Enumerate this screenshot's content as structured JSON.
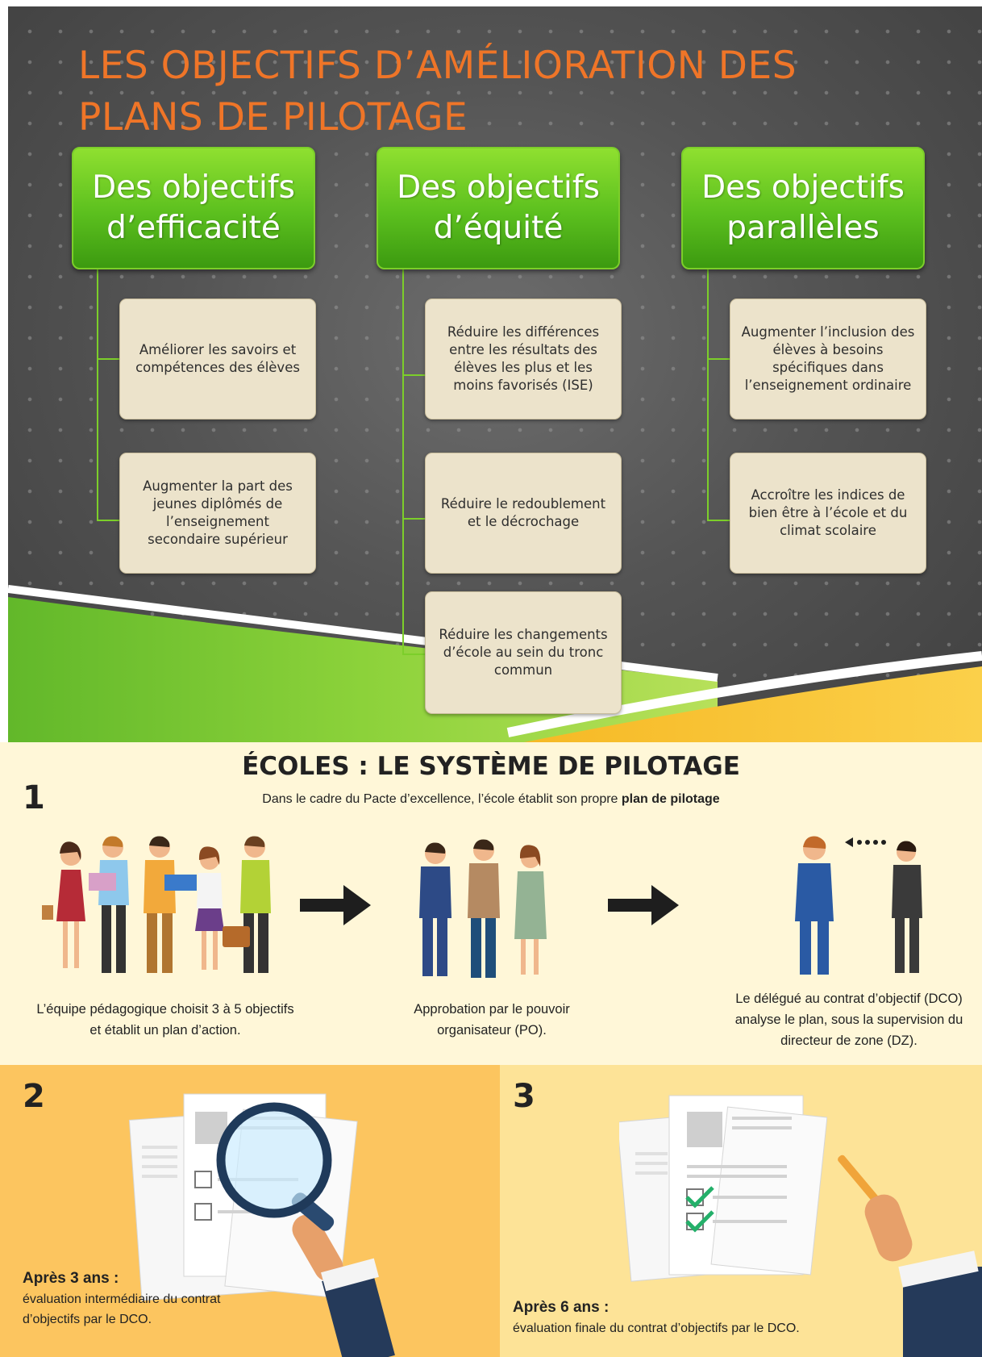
{
  "top": {
    "title_line1": "LES OBJECTIFS D’AMÉLIORATION DES",
    "title_line2": "PLANS DE PILOTAGE",
    "categories": [
      {
        "label": "Des objectifs d’efficacité",
        "goals": [
          "Améliorer les savoirs et compétences des élèves",
          "Augmenter la part des jeunes diplômés de l’enseignement secondaire supérieur"
        ]
      },
      {
        "label": "Des objectifs d’équité",
        "goals": [
          "Réduire les différences entre les résultats des élèves les plus et les moins favorisés (ISE)",
          "Réduire le redoublement et le décrochage",
          "Réduire les changements d’école au sein du tronc commun"
        ]
      },
      {
        "label": "Des objectifs parallèles",
        "goals": [
          "Augmenter l’inclusion des élèves à besoins spécifiques dans l’enseignement ordinaire",
          "Accroître les indices de bien être à l’école et du climat scolaire"
        ]
      }
    ],
    "colors": {
      "title": "#ef7528",
      "category_green": "#5bbf1e",
      "goal_beige": "#ece3cb"
    }
  },
  "bottom": {
    "title": "ÉCOLES : LE SYSTÈME DE PILOTAGE",
    "subtitle_pre": "Dans le cadre du Pacte d’excellence, l’école établit son propre ",
    "subtitle_bold": "plan de pilotage",
    "step1": {
      "number": "1",
      "captions": [
        "L’équipe pédagogique choisit 3 à 5 objectifs et établit un plan d’action.",
        "Approbation par le pouvoir organisateur (PO).",
        "Le délégué au contrat d’objectif (DCO) analyse le plan, sous la supervision du directeur de zone (DZ)."
      ]
    },
    "step2": {
      "number": "2",
      "heading": "Après 3 ans :",
      "text": "évaluation intermédiaire du contrat d’objectifs par le DCO."
    },
    "step3": {
      "number": "3",
      "heading": "Après 6 ans :",
      "text": "évaluation finale du contrat d’objectifs par le DCO."
    },
    "icons": [
      "people-team-icon",
      "arrow-right-icon",
      "managers-icon",
      "supervisor-icon",
      "magnifier-icon",
      "checklist-icon",
      "pen-icon"
    ],
    "colors": {
      "step1_bg": "#fff7d8",
      "step2_bg": "#fcc55f",
      "step3_bg": "#fde397"
    }
  }
}
